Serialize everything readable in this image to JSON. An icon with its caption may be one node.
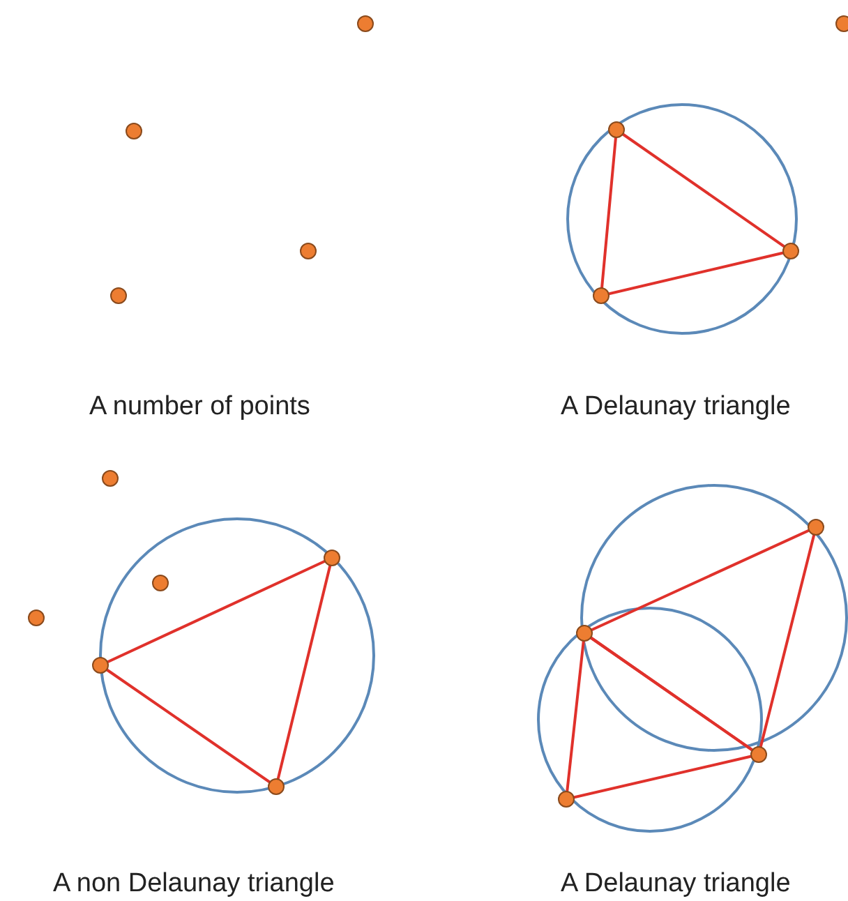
{
  "diagram": {
    "labels": [
      "A number of points",
      "A Delaunay triangle",
      "A non Delaunay triangle",
      "A Delaunay triangle"
    ]
  }
}
